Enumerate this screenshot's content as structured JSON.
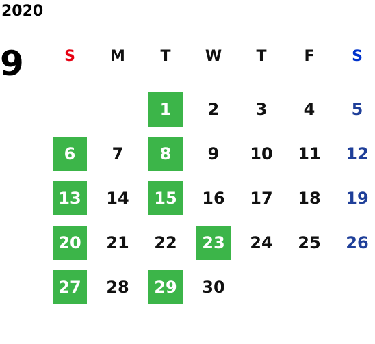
{
  "year": "2020",
  "month": "9",
  "colors": {
    "sunday_header": "#e60012",
    "saturday_header": "#0033cc",
    "saturday_day": "#1f3f99",
    "default_day": "#111111",
    "highlight_bg": "#3cb549",
    "highlight_text": "#ffffff"
  },
  "weekdays": [
    {
      "label": "S",
      "color": "#e60012"
    },
    {
      "label": "M",
      "color": "#111111"
    },
    {
      "label": "T",
      "color": "#111111"
    },
    {
      "label": "W",
      "color": "#111111"
    },
    {
      "label": "T",
      "color": "#111111"
    },
    {
      "label": "F",
      "color": "#111111"
    },
    {
      "label": "S",
      "color": "#0033cc"
    }
  ],
  "weeks": [
    [
      {
        "day": "",
        "highlight": false
      },
      {
        "day": "",
        "highlight": false
      },
      {
        "day": "1",
        "highlight": true
      },
      {
        "day": "2",
        "highlight": false
      },
      {
        "day": "3",
        "highlight": false
      },
      {
        "day": "4",
        "highlight": false
      },
      {
        "day": "5",
        "highlight": false
      }
    ],
    [
      {
        "day": "6",
        "highlight": true
      },
      {
        "day": "7",
        "highlight": false
      },
      {
        "day": "8",
        "highlight": true
      },
      {
        "day": "9",
        "highlight": false
      },
      {
        "day": "10",
        "highlight": false
      },
      {
        "day": "11",
        "highlight": false
      },
      {
        "day": "12",
        "highlight": false
      }
    ],
    [
      {
        "day": "13",
        "highlight": true
      },
      {
        "day": "14",
        "highlight": false
      },
      {
        "day": "15",
        "highlight": true
      },
      {
        "day": "16",
        "highlight": false
      },
      {
        "day": "17",
        "highlight": false
      },
      {
        "day": "18",
        "highlight": false
      },
      {
        "day": "19",
        "highlight": false
      }
    ],
    [
      {
        "day": "20",
        "highlight": true
      },
      {
        "day": "21",
        "highlight": false
      },
      {
        "day": "22",
        "highlight": false
      },
      {
        "day": "23",
        "highlight": true
      },
      {
        "day": "24",
        "highlight": false
      },
      {
        "day": "25",
        "highlight": false
      },
      {
        "day": "26",
        "highlight": false
      }
    ],
    [
      {
        "day": "27",
        "highlight": true
      },
      {
        "day": "28",
        "highlight": false
      },
      {
        "day": "29",
        "highlight": true
      },
      {
        "day": "30",
        "highlight": false
      },
      {
        "day": "",
        "highlight": false
      },
      {
        "day": "",
        "highlight": false
      },
      {
        "day": "",
        "highlight": false
      }
    ]
  ]
}
